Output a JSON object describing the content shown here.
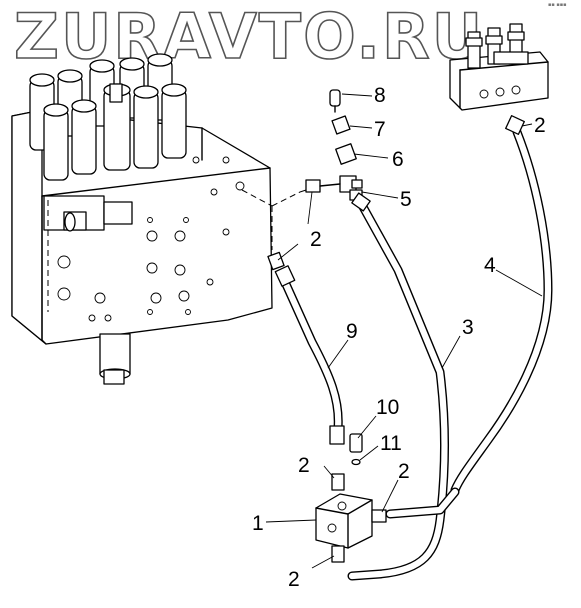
{
  "watermark": "ZURAVTO.RU",
  "callouts": [
    {
      "id": "c8",
      "label": "8"
    },
    {
      "id": "c7",
      "label": "7"
    },
    {
      "id": "c6",
      "label": "6"
    },
    {
      "id": "c5",
      "label": "5"
    },
    {
      "id": "c4",
      "label": "4"
    },
    {
      "id": "c3",
      "label": "3"
    },
    {
      "id": "c9",
      "label": "9"
    },
    {
      "id": "c10",
      "label": "10"
    },
    {
      "id": "c11",
      "label": "11"
    },
    {
      "id": "c1",
      "label": "1"
    },
    {
      "id": "c2a",
      "label": "2"
    },
    {
      "id": "c2b",
      "label": "2"
    },
    {
      "id": "c2c",
      "label": "2"
    },
    {
      "id": "c2d",
      "label": "2"
    },
    {
      "id": "c2e",
      "label": "2"
    }
  ]
}
